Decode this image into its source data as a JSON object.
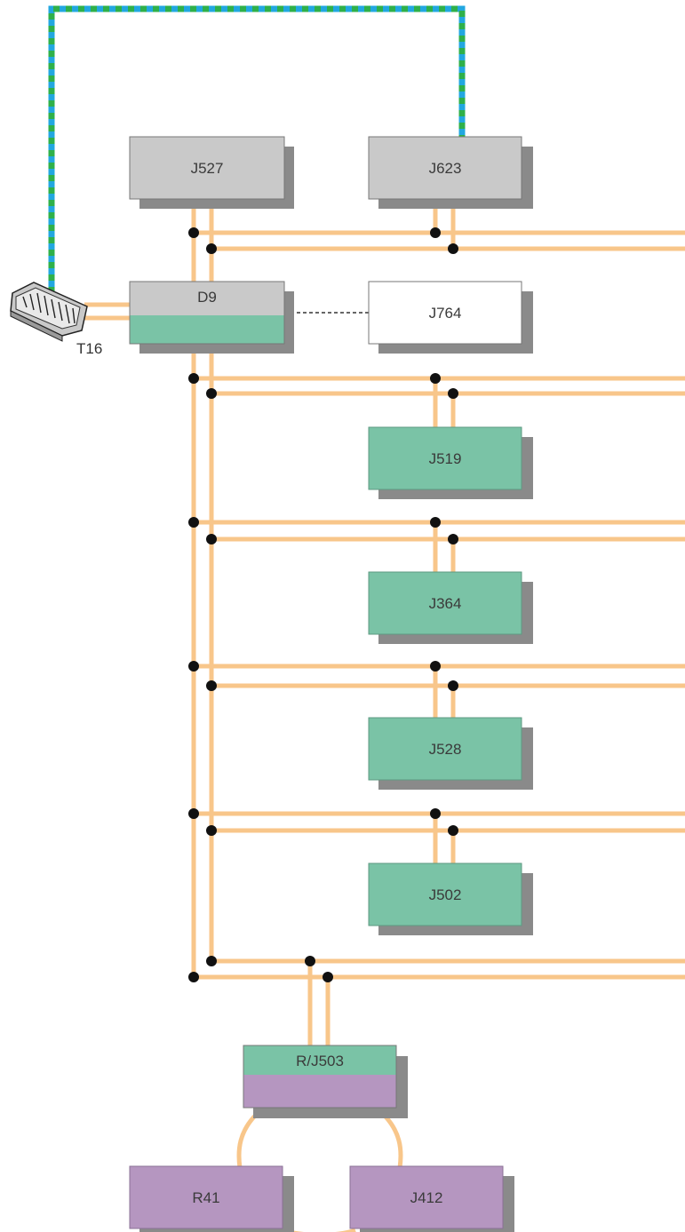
{
  "modules": {
    "j527": "J527",
    "j623": "J623",
    "d9": "D9",
    "j764": "J764",
    "j519": "J519",
    "j364": "J364",
    "j528": "J528",
    "j502": "J502",
    "rj503": "R/J503",
    "r41": "R41",
    "j412": "J412"
  },
  "connector": {
    "label": "T16",
    "icon": "diagnostic-connector-icon"
  },
  "colors": {
    "bus_wire": "#f8c68a",
    "diag_wire_a": "#22a7e0",
    "diag_wire_b": "#2fb04a",
    "gray_module": "#c9c9c9",
    "green_module": "#7ac3a6",
    "purple_module": "#b596c0",
    "white_module": "#ffffff",
    "shadow": "#8a8a8a",
    "junction": "#111111"
  }
}
